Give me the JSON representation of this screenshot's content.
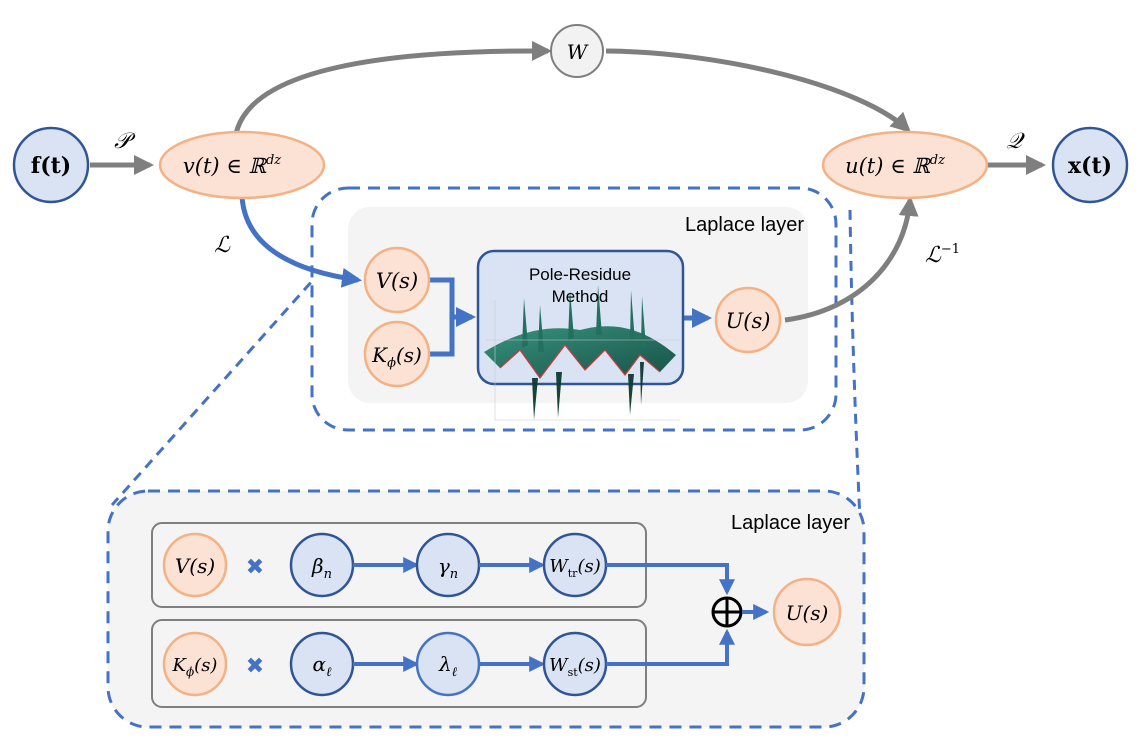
{
  "colors": {
    "gray_arrow": "#7f7f7f",
    "blue_arrow": "#4472c4",
    "blue_dash": "#4472c4",
    "orange_fill": "#fbe2d5",
    "orange_stroke": "#f4b183",
    "blue_fill": "#dae3f3",
    "blue_stroke": "#2f5597",
    "gray_node_fill": "#f2f2f2",
    "panel_fill": "#f4f4f4"
  },
  "top_flow": {
    "input": "f(t)",
    "lift_label": "𝒫",
    "lifted": "v(t) ∈ ℝ",
    "lifted_sup": "dz",
    "skip": "W",
    "merged": "u(t) ∈ ℝ",
    "merged_sup": "dz",
    "proj_label": "𝒬",
    "output": "x(t)",
    "laplace_label": "ℒ",
    "inverse_label": "ℒ",
    "inverse_sup": "−1"
  },
  "laplace_layer_top": {
    "title": "Laplace layer",
    "node_v": "V(s)",
    "node_k": "K",
    "node_k_sub": "ϕ",
    "node_k_tail": "(s)",
    "method_line1": "Pole-Residue",
    "method_line2": "Method",
    "node_u": "U(s)"
  },
  "laplace_layer_detail": {
    "title": "Laplace layer",
    "row1": {
      "input": "V(s)",
      "op": "✖",
      "n1": "β",
      "n1_sub": "n",
      "n2": "γ",
      "n2_sub": "n",
      "n3": "W",
      "n3_sub": "tr",
      "n3_tail": "(s)"
    },
    "row2": {
      "input": "K",
      "input_sub": "ϕ",
      "input_tail": "(s)",
      "op": "✖",
      "n1": "α",
      "n1_sub": "ℓ",
      "n2": "λ",
      "n2_sub": "ℓ",
      "n3": "W",
      "n3_sub": "st",
      "n3_tail": "(s)"
    },
    "sum": "⊕",
    "output": "U(s)"
  }
}
